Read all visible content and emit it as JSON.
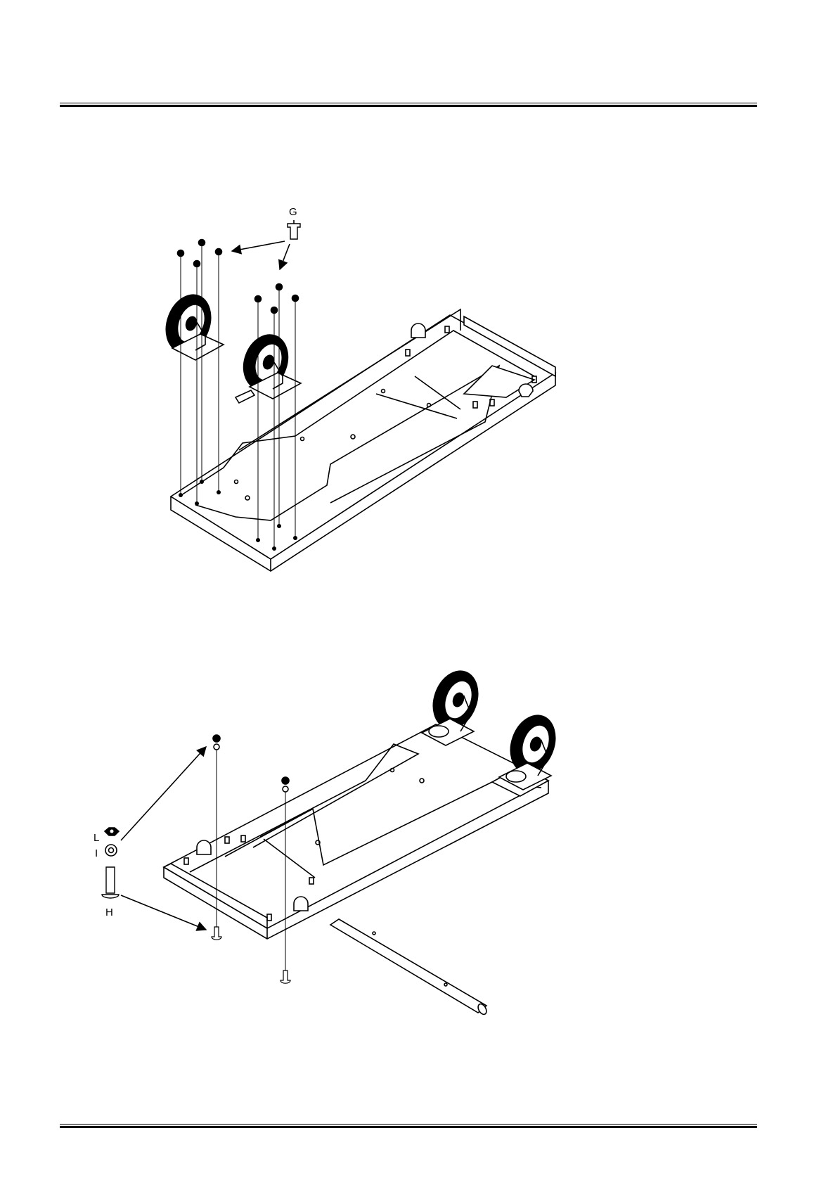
{
  "figure1": {
    "callout_g": "G"
  },
  "figure2": {
    "callout_l": "L",
    "callout_i": "I",
    "callout_h": "H"
  }
}
